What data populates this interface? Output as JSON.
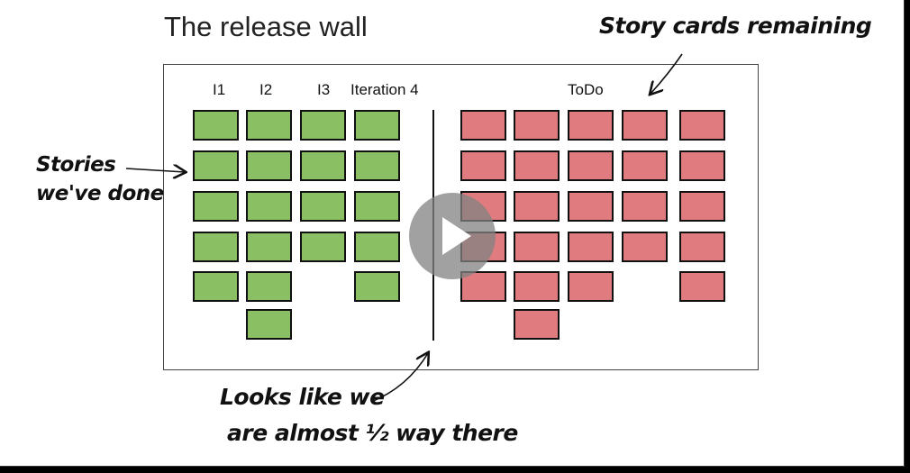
{
  "slide": {
    "title": "The release wall"
  },
  "columns": {
    "i1": "I1",
    "i2": "I2",
    "i3": "I3",
    "i4": "Iteration 4",
    "todo": "ToDo"
  },
  "annotations": {
    "done_line1": "Stories",
    "done_line2": "we've done",
    "remaining": "Story cards remaining",
    "progress_line1": "Looks like we",
    "progress_line2": "are almost ½ way there"
  },
  "wall": {
    "done_counts_per_column": [
      5,
      6,
      4,
      5
    ],
    "todo_counts_per_column": [
      5,
      6,
      5,
      4,
      5
    ]
  },
  "colors": {
    "done": "#8abf63",
    "todo": "#e07c80"
  },
  "icons": {
    "play": "play-icon"
  }
}
